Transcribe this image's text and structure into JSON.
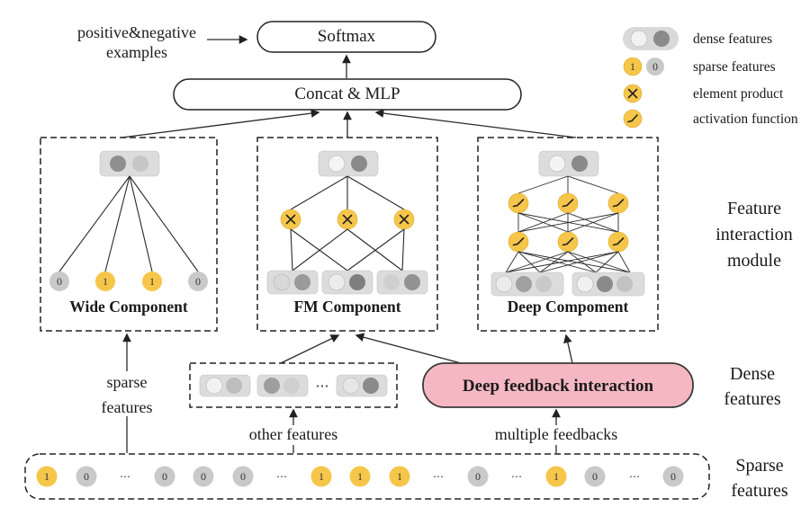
{
  "top": {
    "examples_line1": "positive&negative",
    "examples_line2": "examples",
    "softmax_label": "Softmax",
    "concat_mlp_label": "Concat & MLP"
  },
  "legend": {
    "one": "1",
    "zero": "0",
    "dense_features": "dense features",
    "sparse_features": "sparse features",
    "element_product": "element product",
    "activation_function": "activation function"
  },
  "components": {
    "wide": {
      "title": "Wide Component",
      "inputs": [
        {
          "value": "0",
          "color": "#C9C9C9"
        },
        {
          "value": "1",
          "color": "#F6C64A"
        },
        {
          "value": "1",
          "color": "#F6C64A"
        },
        {
          "value": "0",
          "color": "#C9C9C9"
        }
      ]
    },
    "fm": {
      "title": "FM Component"
    },
    "deep": {
      "title": "Deep Compoment"
    }
  },
  "middle": {
    "sparse_line1": "sparse",
    "sparse_line2": "features",
    "other_features_label": "other features",
    "dots": "⋯",
    "deep_feedback_label": "Deep feedback interaction",
    "multiple_feedbacks_label": "multiple feedbacks"
  },
  "right_labels": {
    "fim_line1": "Feature",
    "fim_line2": "interaction",
    "fim_line3": "module",
    "dense_line1": "Dense",
    "dense_line2": "features",
    "sparse_line1": "Sparse",
    "sparse_line2": "features"
  },
  "bottom_row": {
    "cells": [
      {
        "value": "1",
        "color": "#F6C64A"
      },
      {
        "value": "0",
        "color": "#C9C9C9"
      },
      {
        "value": "⋯",
        "color": "transparent"
      },
      {
        "value": "0",
        "color": "#C9C9C9"
      },
      {
        "value": "0",
        "color": "#C9C9C9"
      },
      {
        "value": "0",
        "color": "#C9C9C9"
      },
      {
        "value": "⋯",
        "color": "transparent"
      },
      {
        "value": "1",
        "color": "#F6C64A"
      },
      {
        "value": "1",
        "color": "#F6C64A"
      },
      {
        "value": "1",
        "color": "#F6C64A"
      },
      {
        "value": "⋯",
        "color": "transparent"
      },
      {
        "value": "0",
        "color": "#C9C9C9"
      },
      {
        "value": "⋯",
        "color": "transparent"
      },
      {
        "value": "1",
        "color": "#F6C64A"
      },
      {
        "value": "0",
        "color": "#C9C9C9"
      },
      {
        "value": "⋯",
        "color": "transparent"
      },
      {
        "value": "0",
        "color": "#C9C9C9"
      }
    ]
  },
  "colors": {
    "accent_yellow": "#F6C64A",
    "pink_box": "#F5B8C3",
    "gray_circle": "#C9C9C9"
  }
}
